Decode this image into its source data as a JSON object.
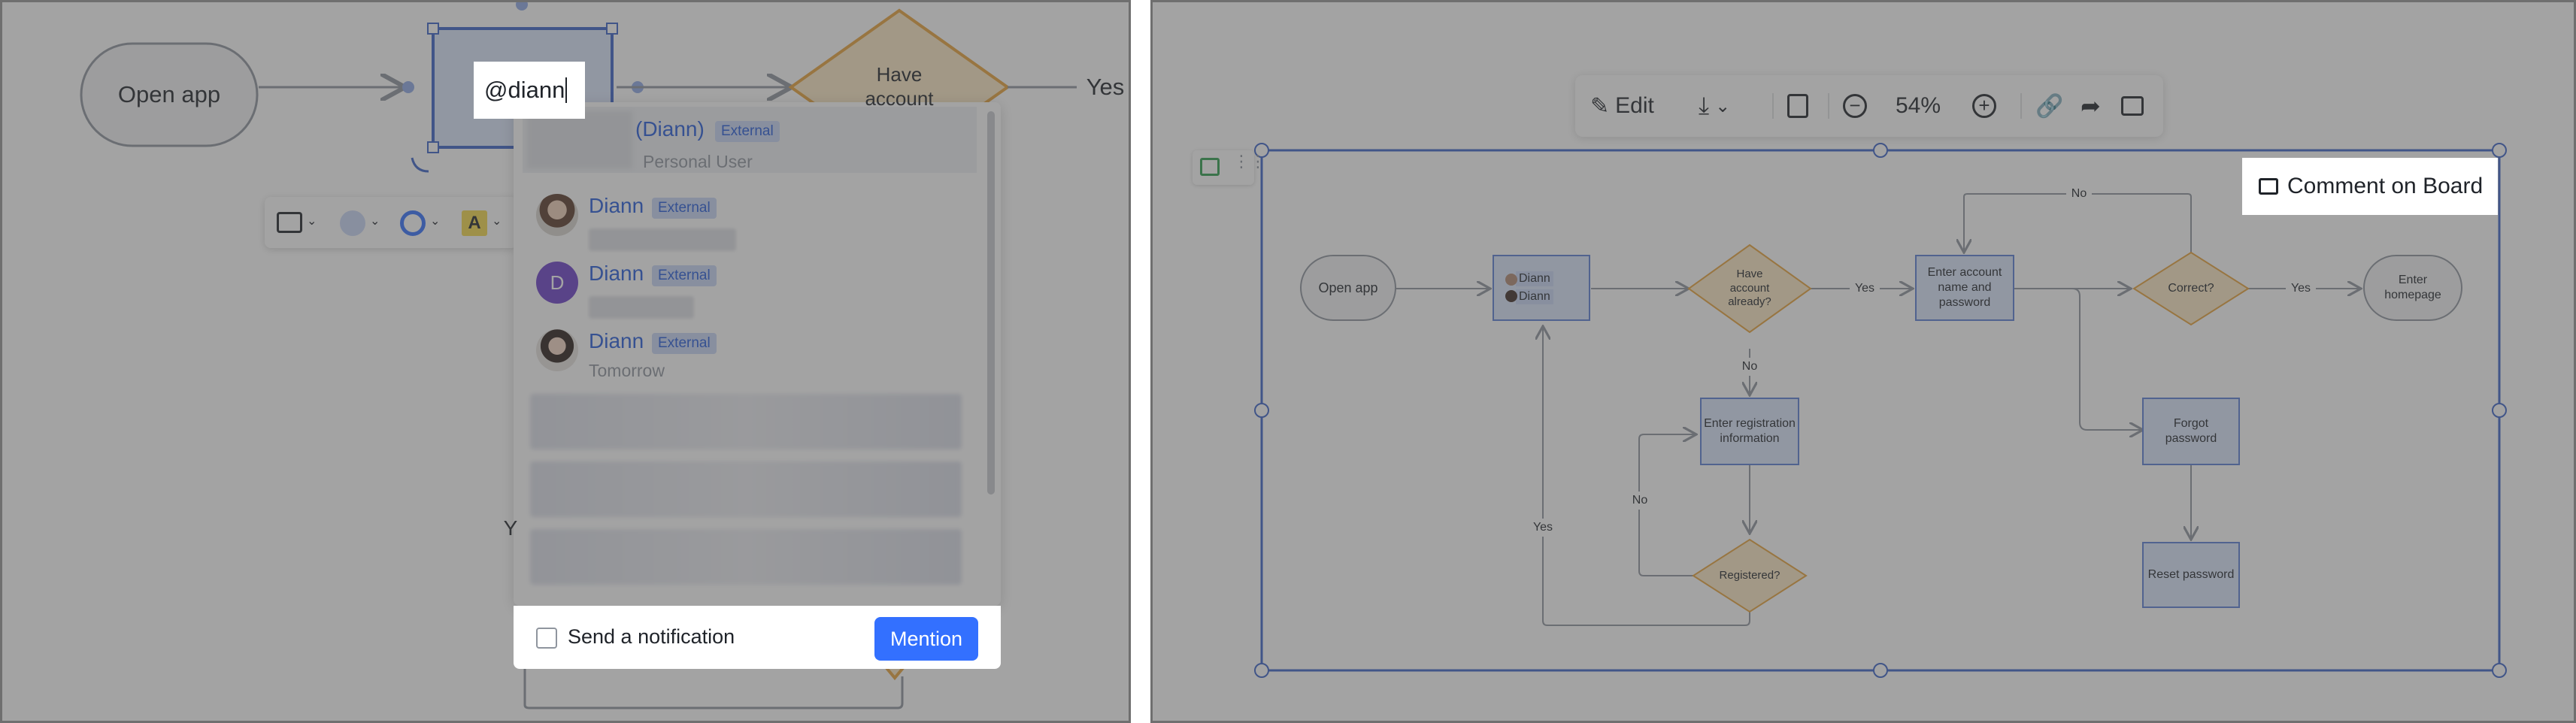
{
  "left": {
    "nodes": {
      "open_app": "Open app",
      "have_account_line1": "Have",
      "have_account_line2": "account",
      "yes_label": "Yes",
      "partial_label": "Y"
    },
    "input": {
      "value": "@diann"
    },
    "mention_list": {
      "items": [
        {
          "name": "(Diann)",
          "badge": "External",
          "subtitle": "Personal User",
          "avatar": "blurred"
        },
        {
          "name": "Diann",
          "badge": "External",
          "subtitle": "",
          "avatar": "photo-woman-glasses-icon"
        },
        {
          "name": "Diann",
          "badge": "External",
          "subtitle": "",
          "avatar_letter": "D",
          "avatar_color": "#6a3fc8"
        },
        {
          "name": "Diann",
          "badge": "External",
          "subtitle": "Tomorrow",
          "avatar": "photo-woman-icon"
        }
      ],
      "send_notification": "Send a notification",
      "mention_button": "Mention"
    }
  },
  "right": {
    "toolbar": {
      "edit_label": "Edit",
      "zoom": "54%"
    },
    "comment_on_board": "Comment on Board",
    "nodes": {
      "open_app": "Open app",
      "diann_1": "Diann",
      "diann_2": "Diann",
      "have_account": "Have account already?",
      "enter_account": "Enter account name and password",
      "correct": "Correct?",
      "enter_homepage": "Enter homepage",
      "enter_registration": "Enter registration information",
      "forgot_password": "Forgot password",
      "reset_password": "Reset password",
      "registered": "Registered?"
    },
    "edge_labels": {
      "yes_1": "Yes",
      "yes_2": "Yes",
      "yes_3": "Yes",
      "no_1": "No",
      "no_2": "No",
      "no_3": "No"
    }
  },
  "colors": {
    "accent": "#3370ff",
    "link": "#245bdb",
    "badge_bg": "#c9d6f6",
    "node_blue_fill": "#dbe6fc",
    "node_blue_stroke": "#5b7fd6",
    "decision_fill": "#fce9c5",
    "decision_stroke": "#e8a33a",
    "overlay": "#484848"
  }
}
